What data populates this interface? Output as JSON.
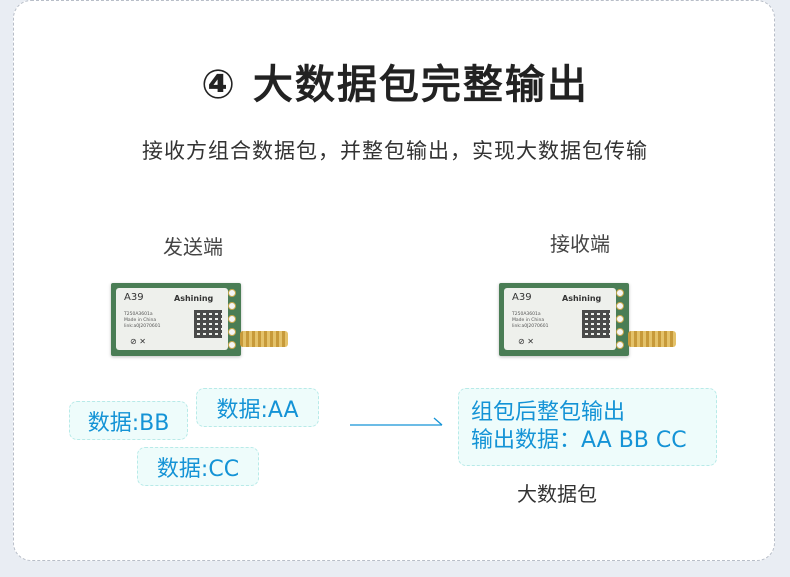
{
  "title": "④ 大数据包完整输出",
  "subtitle": "接收方组合数据包，并整包输出，实现大数据包传输",
  "sender": {
    "label": "发送端",
    "module": {
      "model": "A39",
      "brand": "Ashining",
      "line1": "T250A3601a",
      "line2": "Made in China",
      "line3": "link:a0J2070601"
    }
  },
  "receiver": {
    "label": "接收端",
    "module": {
      "model": "A39",
      "brand": "Ashining",
      "line1": "T250A3601a",
      "line2": "Made in China",
      "line3": "link:a0J2070601"
    }
  },
  "packets": [
    "数据:BB",
    "数据:AA",
    "数据:CC"
  ],
  "result": {
    "line1": "组包后整包输出",
    "line2": "输出数据：AA BB CC"
  },
  "caption": "大数据包",
  "colors": {
    "accent": "#1493d6",
    "bubble_bg": "#eefcfb",
    "bubble_border": "#b8eae8",
    "pcb": "#4a7d55"
  }
}
